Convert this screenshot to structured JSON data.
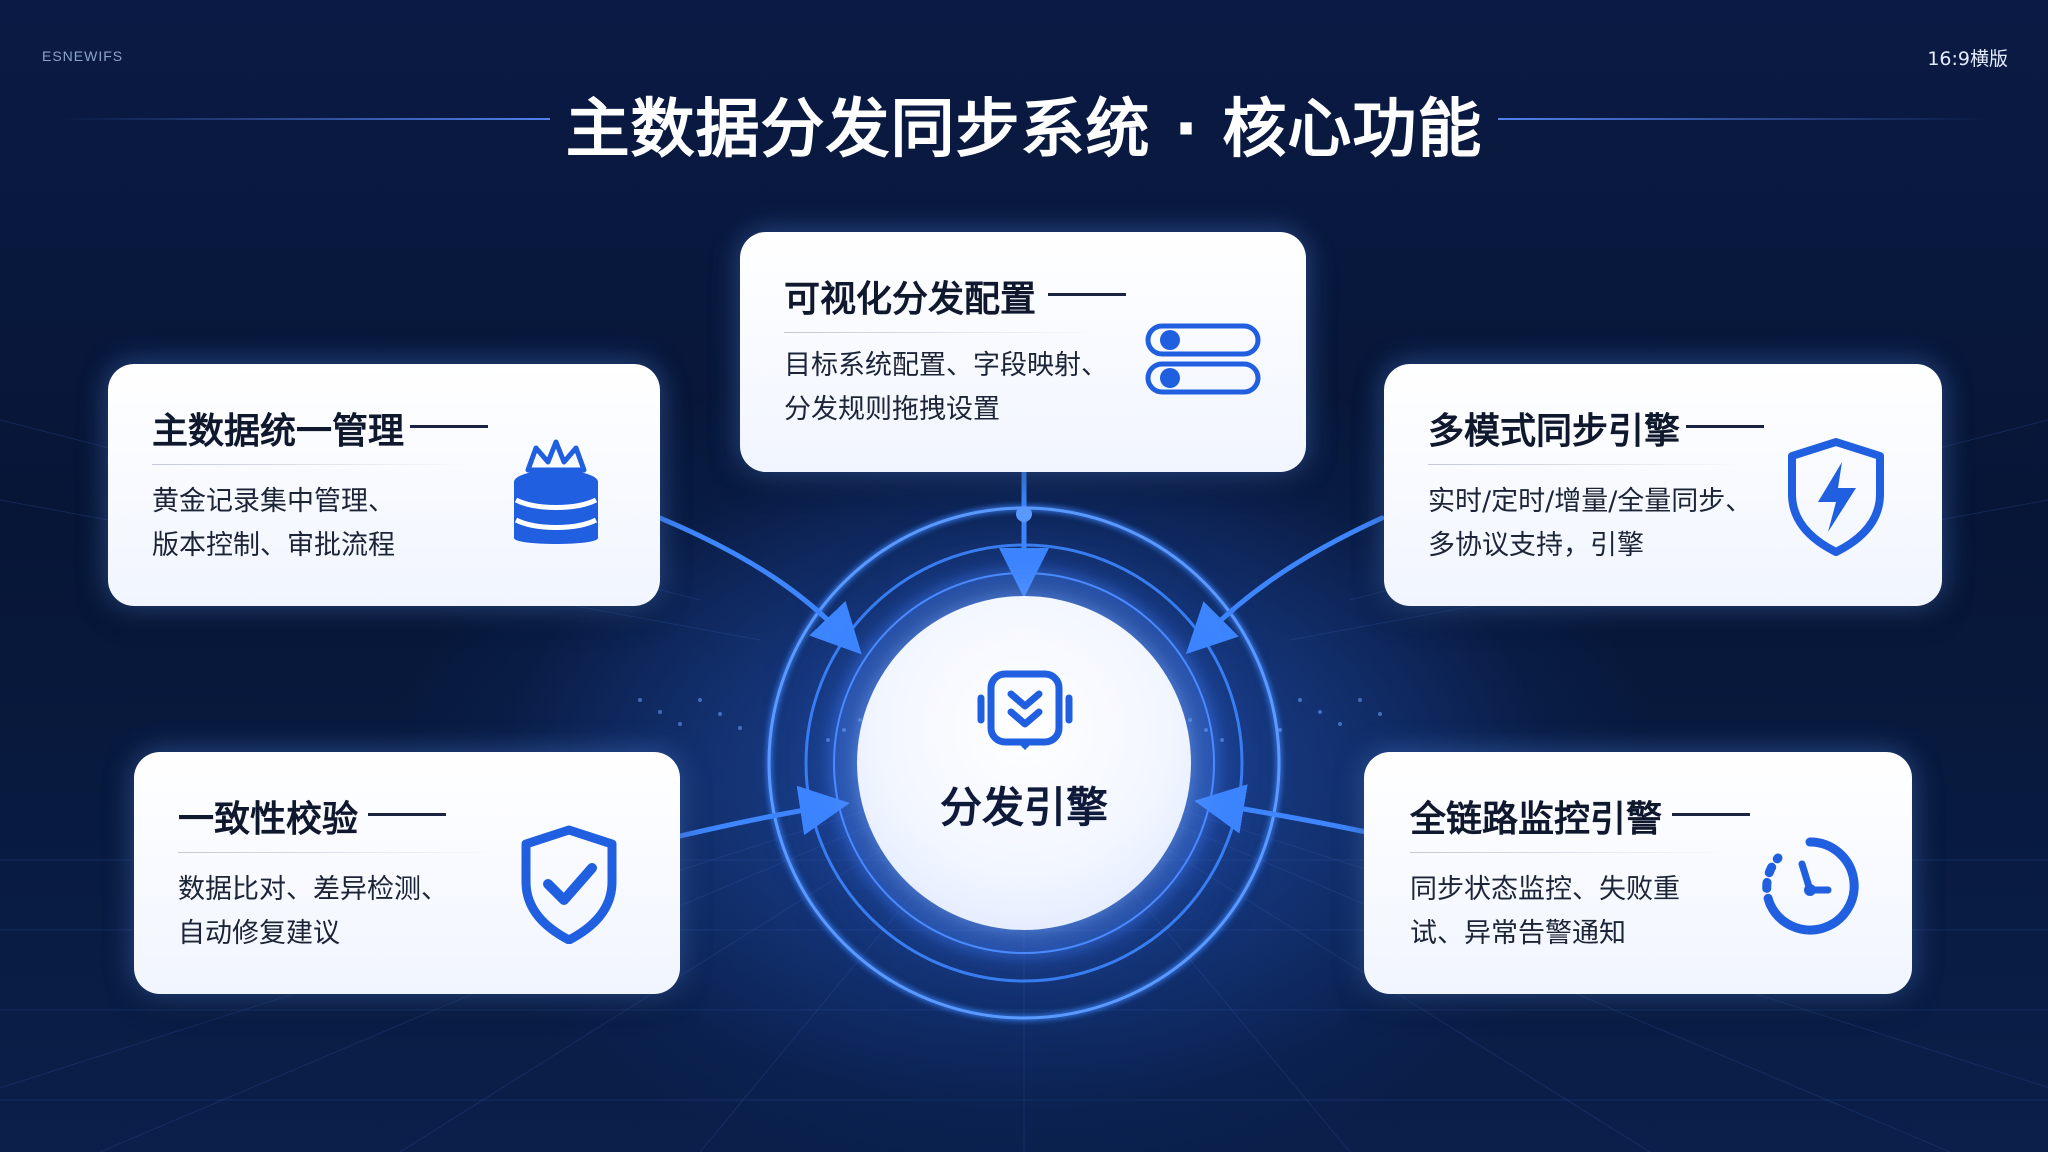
{
  "header": {
    "brand": "ESNEWIFS",
    "format_tag": "16:9横版",
    "title": "主数据分发同步系统 · 核心功能"
  },
  "hub": {
    "label": "分发引擎",
    "icon": "engine-chevrons-icon"
  },
  "cards": [
    {
      "id": "visual-config",
      "title": "可视化分发配置",
      "desc_line1": "目标系统配置、字段映射、",
      "desc_line2": "分发规则拖拽设置",
      "icon": "toggle-switches-icon"
    },
    {
      "id": "master-data",
      "title": "主数据统一管理",
      "desc_line1": "黄金记录集中管理、",
      "desc_line2": "版本控制、审批流程",
      "icon": "crown-database-icon"
    },
    {
      "id": "sync-engine",
      "title": "多模式同步引擎",
      "desc_line1": "实时/定时/增量/全量同步、",
      "desc_line2": "多协议支持，引擎",
      "icon": "lightning-shield-icon"
    },
    {
      "id": "consistency",
      "title": "一致性校验",
      "desc_line1": "数据比对、差异检测、",
      "desc_line2": "自动修复建议",
      "icon": "check-shield-icon"
    },
    {
      "id": "monitoring",
      "title": "全链路监控引警",
      "desc_line1": "同步状态监控、失败重",
      "desc_line2": "试、异常告警通知",
      "icon": "gauge-clock-icon"
    }
  ],
  "colors": {
    "accent": "#1f5fe0",
    "background": "#071636",
    "card": "#ffffff",
    "glow": "#4f8dff"
  }
}
